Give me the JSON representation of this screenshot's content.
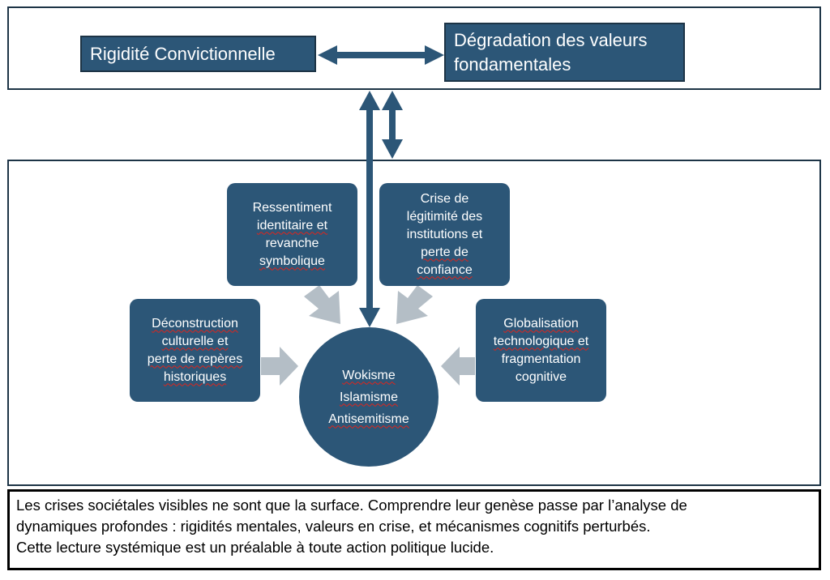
{
  "top_section": {
    "left_box": "Rigidité Convictionnelle",
    "right_box": [
      "Dégradation des valeurs",
      "fondamentales"
    ]
  },
  "causes": {
    "ressentiment": [
      "Ressentiment",
      "identitaire et",
      "revanche",
      "symbolique"
    ],
    "crise": [
      "Crise de",
      "légitimité des",
      "institutions et",
      "perte de",
      "confiance"
    ],
    "deconstruction": [
      "Déconstruction",
      "culturelle et",
      "perte de repères",
      "historiques"
    ],
    "globalisation": [
      "Globalisation",
      "technologique et",
      "fragmentation",
      "cognitive"
    ]
  },
  "center": {
    "items": [
      "Wokisme",
      "Islamisme",
      "Antisemitisme"
    ]
  },
  "conclusion": {
    "lines": [
      "Les crises sociétales visibles ne sont que la surface. Comprendre leur genèse passe par l’analyse de",
      "dynamiques profondes : rigidités mentales, valeurs en crise, et mécanismes cognitifs perturbés.",
      "Cette lecture systémique est un préalable à toute action politique lucide."
    ]
  },
  "colors": {
    "box_fill": "#2c5677",
    "box_border": "#1d3446",
    "arrow_gray": "#b4bec6",
    "spellcheck_underline": "#e0241b"
  }
}
